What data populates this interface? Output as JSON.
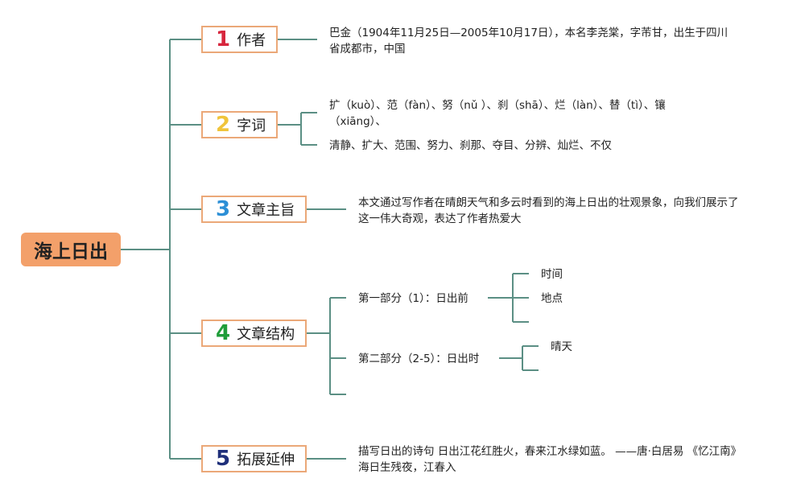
{
  "root": {
    "label": "海上日出"
  },
  "branches": [
    {
      "num": "1",
      "label": "作者",
      "num_color": "#d7263d",
      "details": [
        "巴金（1904年11月25日—2005年10月17日），本名李尧棠，字芾甘，出生于四川",
        "省成都市，中国"
      ]
    },
    {
      "num": "2",
      "label": "字词",
      "num_color": "#f0c43a",
      "details": [
        "扩（kuò）、范（fàn）、努（nǔ ）、刹（shā）、烂（làn）、替（tì）、镶",
        "（xiāng）、",
        "清静、扩大、范围、努力、刹那、夺目、分辨、灿烂、不仅"
      ]
    },
    {
      "num": "3",
      "label": "文章主旨",
      "num_color": "#2c8fd6",
      "details": [
        "本文通过写作者在晴朗天气和多云时看到的海上日出的壮观景象，向我们展示了",
        "这一伟大奇观，表达了作者热爱大"
      ]
    },
    {
      "num": "4",
      "label": "文章结构",
      "num_color": "#1f9d3a",
      "parts": [
        {
          "label": "第一部分（1）：日出前",
          "children": [
            "时间",
            "地点"
          ]
        },
        {
          "label": "第二部分（2-5）：日出时",
          "children": [
            "晴天"
          ]
        }
      ]
    },
    {
      "num": "5",
      "label": "拓展延伸",
      "num_color": "#1f2f7a",
      "details": [
        "描写日出的诗句 日出江花红胜火，春来江水绿如蓝。 ——唐·白居易 《忆江南》",
        "海日生残夜，江春入"
      ]
    }
  ],
  "colors": {
    "line": "#5b8f84",
    "root_fill": "#f3a06a",
    "node_border": "#eba878"
  }
}
